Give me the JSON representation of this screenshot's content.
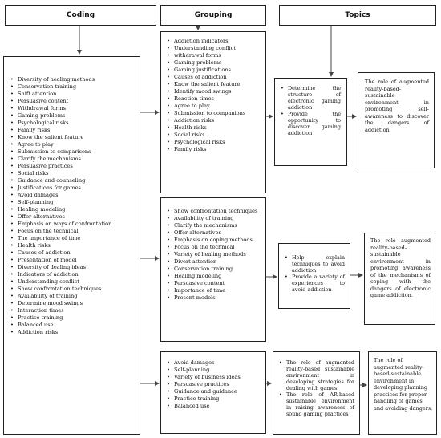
{
  "headers": {
    "coding": "Coding",
    "grouping": "Grouping",
    "topics": "Topics"
  },
  "coding_items": [
    "Diversity of healing methods",
    "Conservation training",
    "Shift attention",
    "Persuasive content",
    "Withdrawal forms",
    "Gaming problems",
    "Psychological risks",
    "Family risks",
    "Know the salient feature",
    "Agree to play",
    "Submission to comparisons",
    "Clarify the mechanisms",
    "Persuasive practices",
    "Social risks",
    "Guidance and counseling",
    "Justifications for games",
    "Avoid damages",
    "Self-planning",
    "Healing modeling",
    "Offer alternatives",
    "Emphasis on ways of confrontation",
    "Focus on the technical",
    "The importance of time",
    "Health risks",
    "Causes of addiction",
    "Presentation of model",
    "Diversity of dealing ideas",
    "Indicators of addiction",
    "Understanding conflict",
    "Show confrontation techniques",
    "Availability of training",
    "Determine mood swings",
    "Interaction times",
    "Practice training",
    "Balanced use",
    "Addiction risks"
  ],
  "group1_items": [
    "Addiction indicators",
    "Understanding conflict",
    "withdrawal forms",
    "Gaming problems",
    "Gaming justifications",
    "Causes of addiction",
    "Know the salient feature",
    "Identify mood swings",
    "Reaction times",
    "Agree to play",
    "Submission to companions",
    "Addiction risks",
    "Health risks",
    "Social risks",
    "Psychological risks",
    "Family risks"
  ],
  "group2_items": [
    "Show confrontation techniques",
    "Availability of training",
    "Clarify the mechanisms",
    "Offer alternatives",
    "Emphasis on coping methods",
    "Focus on the technical",
    "Variety of healing methods",
    "Divert attention",
    "Conservation training",
    "Healing modeling",
    "Persuasive content",
    "Importance of time",
    "Present models"
  ],
  "group3_items": [
    "Avoid damages",
    "Self-planning",
    "Variety of business ideas",
    "Persuasive practices",
    "Guidance and guidance",
    "Practice training",
    "Balanced use"
  ],
  "topic1_items": [
    "Determine the structure of electronic gaming addiction",
    "Provide the opportunity to discover gaming addiction"
  ],
  "topic2_items": [
    "Help explain techniques to avoid addiction",
    "Provide a variety of experiences to avoid addiction"
  ],
  "topic3_items": [
    "The role of augmented reality-based sustainable environment in developing strategies for dealing with games",
    "The role of AR-based sustainable environment in raising awareness of sound gaming practices"
  ],
  "roles": {
    "role1": "The role of augmented reality-based-sustainable environment in promoting self-awareness to discover the dangers of addiction",
    "role2": "The role augmented reality-based-sustainable environment in promoting awareness of the mechanisms of coping with the dangers of electronic game addiction.",
    "role3": "The role of augmented reality-based-sustainable environment in developing planning practices for proper handling of games and avoiding dangers."
  },
  "colors": {
    "border": "#222222",
    "arrow": "#444444"
  }
}
